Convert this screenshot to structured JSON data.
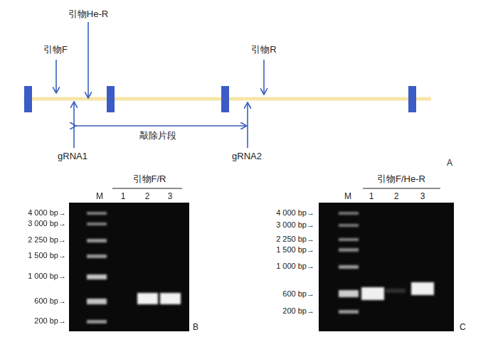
{
  "diagram": {
    "labels": [
      "引物He-R",
      "引物F",
      "引物R",
      "gRNA1",
      "gRNA2",
      "敲除片段",
      "A",
      "引物F/R",
      "M",
      "1",
      "2",
      "3",
      "4 000 bp→",
      "3 000 bp→",
      "2 250 bp→",
      "1 500 bp→",
      "1 000 bp→",
      "600 bp→",
      "200 bp→",
      "B",
      "引物F/He-R",
      "M",
      "1",
      "2",
      "3",
      "4 000 bp→",
      "3 000 bp→",
      "2 250 bp→",
      "1 500 bp→",
      "1 000 bp→",
      "600 bp→",
      "200 bp→",
      "C"
    ]
  }
}
